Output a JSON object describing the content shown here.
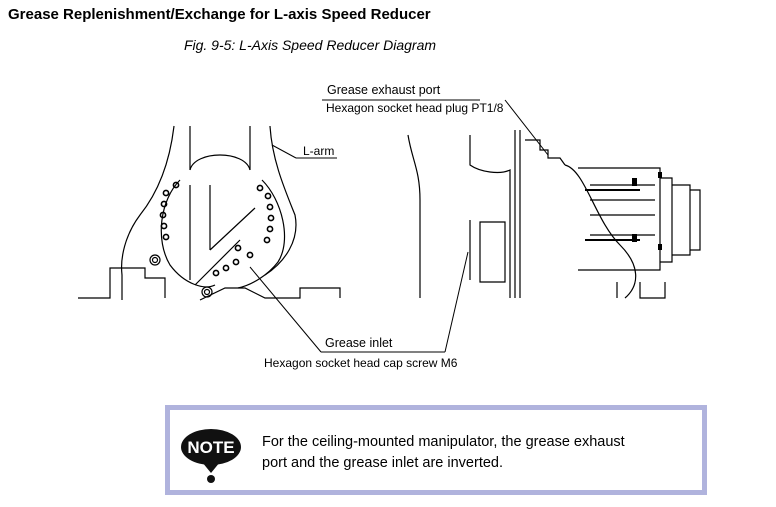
{
  "page": {
    "title": "Grease Replenishment/Exchange for L-axis Speed Reducer",
    "figure_caption": "Fig. 9-5: L-Axis Speed Reducer Diagram"
  },
  "diagram": {
    "labels": {
      "grease_exhaust_port": "Grease exhaust port",
      "exhaust_plug": "Hexagon socket head plug PT1/8",
      "l_arm": "L-arm",
      "grease_inlet": "Grease inlet",
      "inlet_screw": "Hexagon socket head cap screw M6"
    }
  },
  "note": {
    "badge": "NOTE",
    "text_line1": "For the ceiling-mounted manipulator, the grease exhaust",
    "text_line2": "port and the grease inlet are inverted.",
    "border_color": "#b0b3dd"
  }
}
